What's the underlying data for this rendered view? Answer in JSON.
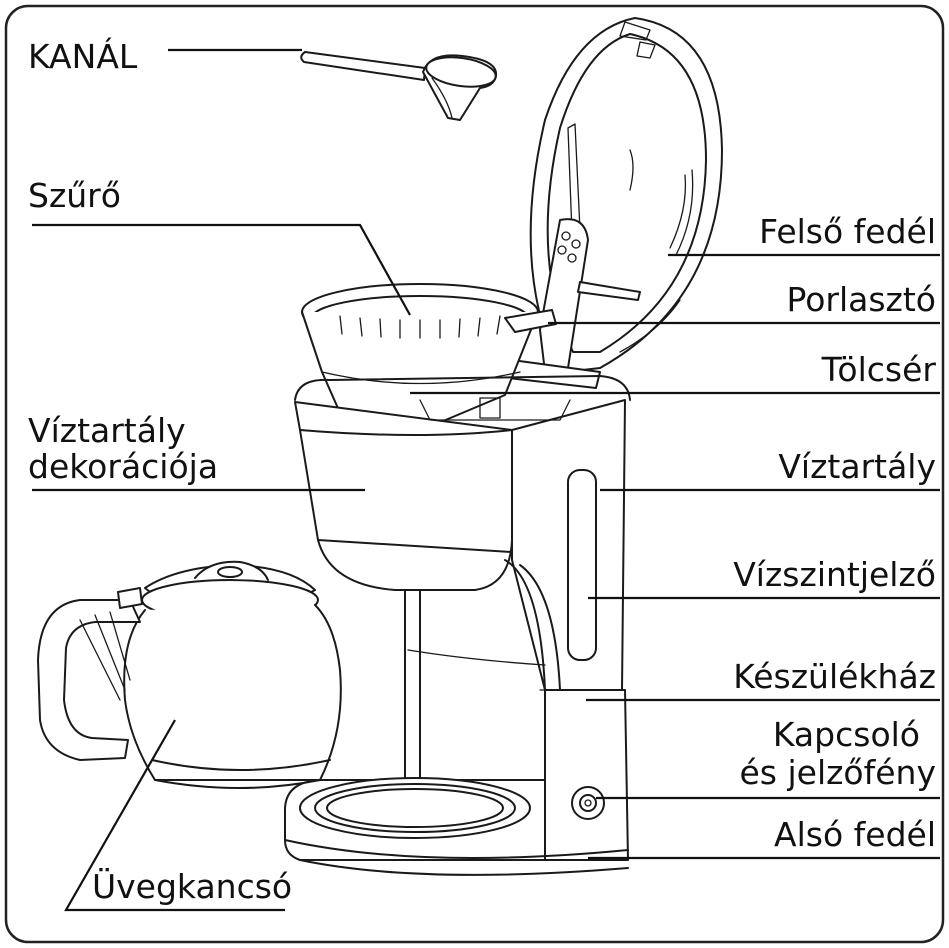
{
  "labels": {
    "spoon": "KANÁL",
    "filter": "Szűrő",
    "tank_decoration_line1": "Víztartály",
    "tank_decoration_line2": "dekorációja",
    "top_lid": "Felső fedél",
    "sprayer": "Porlasztó",
    "funnel": "Tölcsér",
    "water_tank": "Víztartály",
    "water_level_indicator": "Vízszintjelző",
    "housing": "Készülékház",
    "switch_line1": "Kapcsoló",
    "switch_line2": "és jelzőfény",
    "bottom_cover": "Alsó fedél",
    "glass_jug": "Üvegkancsó"
  },
  "colors": {
    "line": "#1a1a1a",
    "text": "#111111",
    "background": "#ffffff",
    "frame": "#222222"
  }
}
